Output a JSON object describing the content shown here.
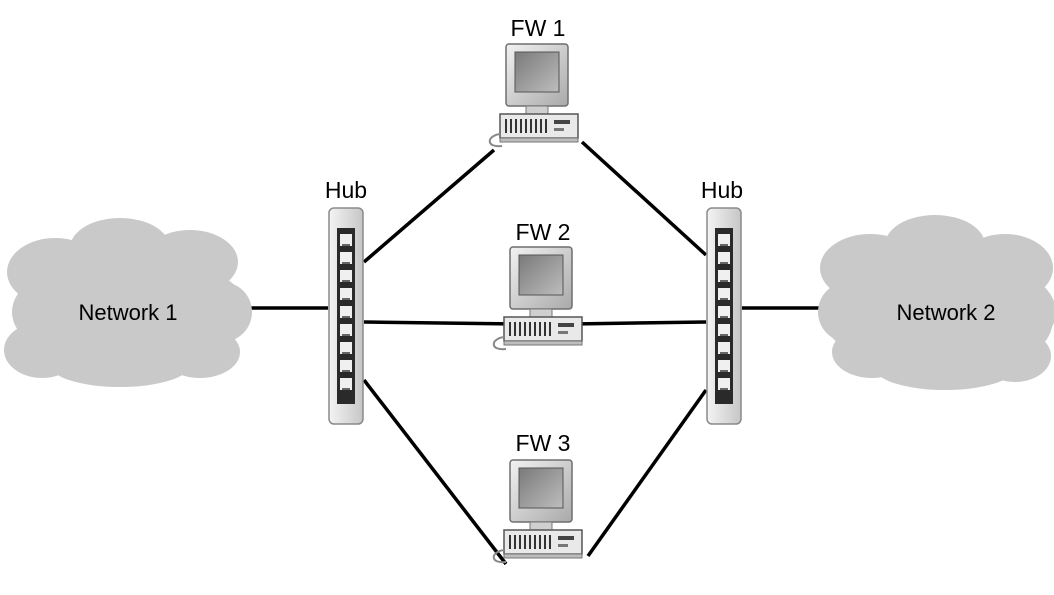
{
  "networks": [
    {
      "id": "network-1",
      "label": "Network 1"
    },
    {
      "id": "network-2",
      "label": "Network 2"
    }
  ],
  "hubs": [
    {
      "id": "hub-left",
      "label": "Hub"
    },
    {
      "id": "hub-right",
      "label": "Hub"
    }
  ],
  "firewalls": [
    {
      "id": "fw-1",
      "label": "FW 1"
    },
    {
      "id": "fw-2",
      "label": "FW 2"
    },
    {
      "id": "fw-3",
      "label": "FW 3"
    }
  ],
  "connections": [
    [
      "network-1",
      "hub-left"
    ],
    [
      "hub-right",
      "network-2"
    ],
    [
      "hub-left",
      "fw-1"
    ],
    [
      "fw-1",
      "hub-right"
    ],
    [
      "hub-left",
      "fw-2"
    ],
    [
      "fw-2",
      "hub-right"
    ],
    [
      "hub-left",
      "fw-3"
    ],
    [
      "fw-3",
      "hub-right"
    ]
  ],
  "colors": {
    "cloud": "#c9c9c9",
    "line": "#000000",
    "hub_body": "#d8d8d8",
    "monitor": "#bdbdbd",
    "screen": "#8e8e8e"
  }
}
